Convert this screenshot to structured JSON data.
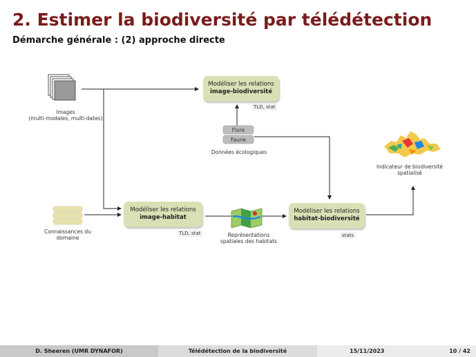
{
  "title": "2. Estimer la biodiversité par télédétection",
  "subtitle": "Démarche générale : (2) approche directe",
  "diagram": {
    "box_image_bio": {
      "line1": "Modéliser les relations",
      "line2": "image-biodiversité"
    },
    "box_image_habitat": {
      "line1": "Modéliser les relations",
      "line2": "image-habitat"
    },
    "box_habitat_bio": {
      "line1": "Modéliser les relations",
      "line2": "habitat-biodiversité"
    },
    "tag_tld_stat_1": "TLD, stat",
    "tag_tld_stat_2": "TLD, stat",
    "tag_stats": "stats",
    "images_label_1": "Images",
    "images_label_2": "(multi-modales, multi-dates)",
    "flore": "Flore",
    "faune": "Faune",
    "eco_label": "Données écologiques",
    "indicator_label_1": "Indicateur de biodiversité",
    "indicator_label_2": "spatialisé",
    "knowledge_label_1": "Connaissances du",
    "knowledge_label_2": "domaine",
    "habitat_repr_1": "Représentations",
    "habitat_repr_2": "spatiales des habitats"
  },
  "footer": {
    "author": "D. Sheeren  (UMR DYNAFOR)",
    "course": "Télédétection de la biodiversité",
    "date": "15/11/2023",
    "page": "10 / 42"
  },
  "colors": {
    "title": "#7a1c1c",
    "box": "#d9e0b5"
  }
}
